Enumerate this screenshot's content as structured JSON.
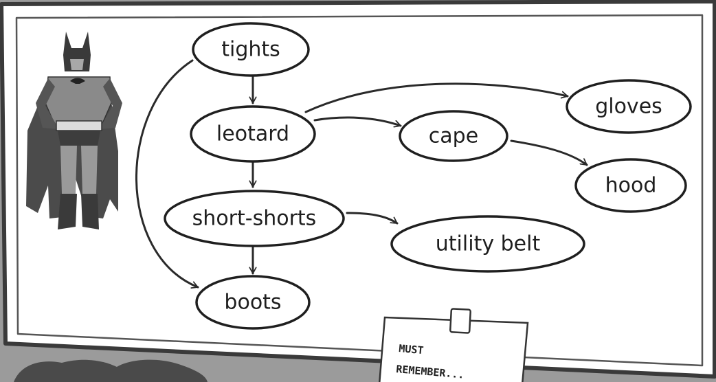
{
  "diagram": {
    "nodes": [
      {
        "id": "tights",
        "label": "tights"
      },
      {
        "id": "leotard",
        "label": "leotard"
      },
      {
        "id": "short-shorts",
        "label": "short-shorts"
      },
      {
        "id": "boots",
        "label": "boots"
      },
      {
        "id": "cape",
        "label": "cape"
      },
      {
        "id": "gloves",
        "label": "gloves"
      },
      {
        "id": "hood",
        "label": "hood"
      },
      {
        "id": "utility-belt",
        "label": "utility belt"
      }
    ],
    "edges": [
      {
        "from": "tights",
        "to": "leotard"
      },
      {
        "from": "tights",
        "to": "boots"
      },
      {
        "from": "leotard",
        "to": "short-shorts"
      },
      {
        "from": "leotard",
        "to": "cape"
      },
      {
        "from": "leotard",
        "to": "gloves"
      },
      {
        "from": "cape",
        "to": "hood"
      },
      {
        "from": "short-shorts",
        "to": "boots"
      },
      {
        "from": "short-shorts",
        "to": "utility-belt"
      }
    ]
  },
  "note": {
    "line1": "MUST",
    "line2": "REMEMBER..."
  }
}
